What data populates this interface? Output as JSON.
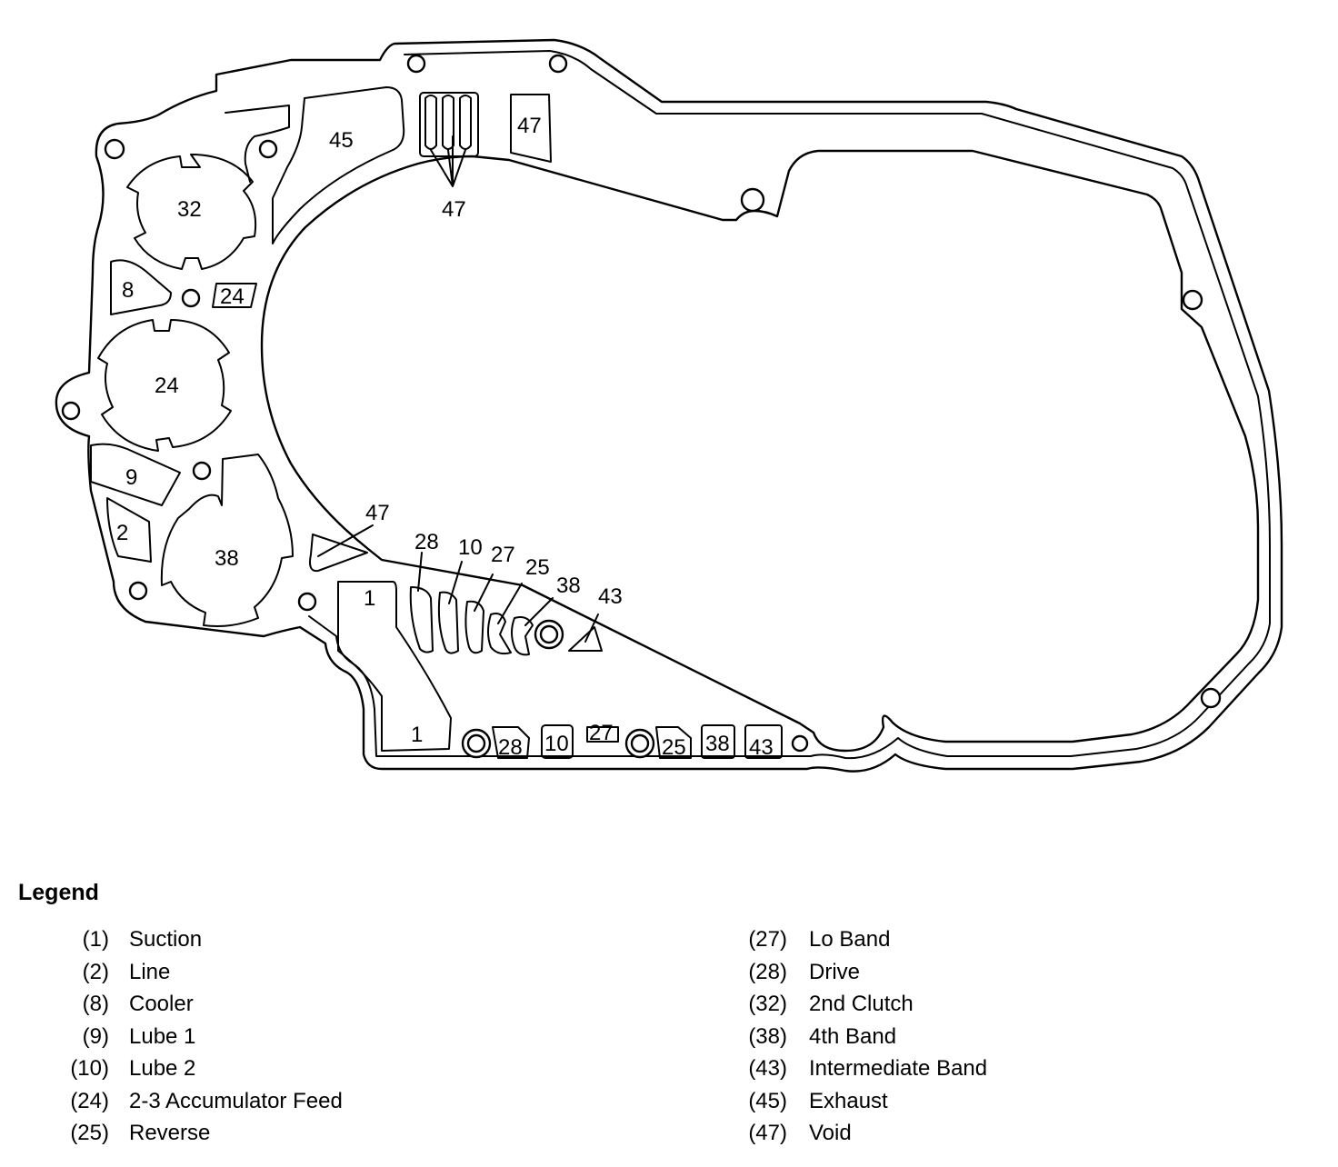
{
  "diagram": {
    "labels": {
      "l45": "45",
      "l47_top": "47",
      "l47_arrow": "47",
      "l32": "32",
      "l8": "8",
      "l24_small": "24",
      "l24_big": "24",
      "l9": "9",
      "l2": "2",
      "l38_big": "38",
      "l47_mid": "47",
      "l1_upper": "1",
      "l1_lower": "1",
      "l28_ptr": "28",
      "l10_ptr": "10",
      "l27_ptr": "27",
      "l25_ptr": "25",
      "l38_ptr": "38",
      "l43_ptr": "43",
      "b28": "28",
      "b10": "10",
      "b27": "27",
      "b25": "25",
      "b38": "38",
      "b43": "43"
    }
  },
  "legend": {
    "title": "Legend",
    "left": [
      {
        "code": "(1)",
        "name": "Suction"
      },
      {
        "code": "(2)",
        "name": "Line"
      },
      {
        "code": "(8)",
        "name": "Cooler"
      },
      {
        "code": "(9)",
        "name": "Lube 1"
      },
      {
        "code": "(10)",
        "name": "Lube 2"
      },
      {
        "code": "(24)",
        "name": "2-3 Accumulator Feed"
      },
      {
        "code": "(25)",
        "name": "Reverse"
      }
    ],
    "right": [
      {
        "code": "(27)",
        "name": "Lo Band"
      },
      {
        "code": "(28)",
        "name": "Drive"
      },
      {
        "code": "(32)",
        "name": "2nd Clutch"
      },
      {
        "code": "(38)",
        "name": "4th  Band"
      },
      {
        "code": "(43)",
        "name": "Intermediate Band"
      },
      {
        "code": "(45)",
        "name": "Exhaust"
      },
      {
        "code": "(47)",
        "name": "Void"
      }
    ]
  }
}
